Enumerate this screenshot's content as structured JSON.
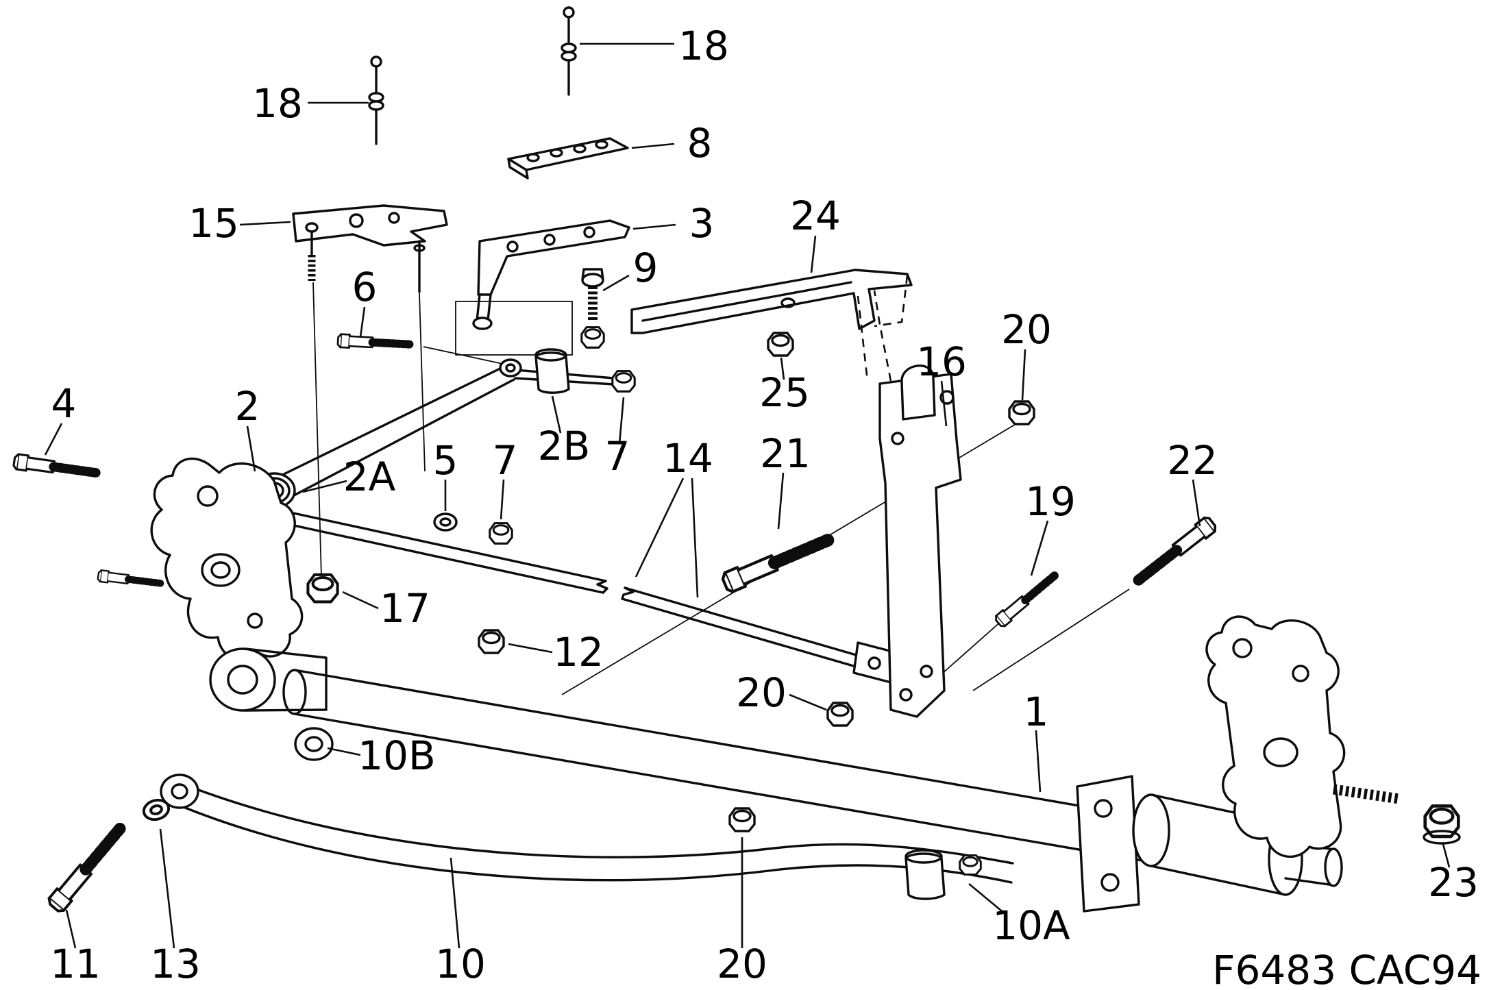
{
  "diagram": {
    "drawing_code": "F6483 CAC94",
    "colors": {
      "line_color": "#0d0d0d",
      "background": "#ffffff"
    },
    "callouts": [
      {
        "id": "18-top",
        "label": "18"
      },
      {
        "id": "18-upper-left",
        "label": "18"
      },
      {
        "id": "8",
        "label": "8"
      },
      {
        "id": "15",
        "label": "15"
      },
      {
        "id": "3",
        "label": "3"
      },
      {
        "id": "24",
        "label": "24"
      },
      {
        "id": "6",
        "label": "6"
      },
      {
        "id": "9",
        "label": "9"
      },
      {
        "id": "20-upper-right",
        "label": "20"
      },
      {
        "id": "16",
        "label": "16"
      },
      {
        "id": "25",
        "label": "25"
      },
      {
        "id": "4",
        "label": "4"
      },
      {
        "id": "2",
        "label": "2"
      },
      {
        "id": "5",
        "label": "5"
      },
      {
        "id": "7-left",
        "label": "7"
      },
      {
        "id": "2B",
        "label": "2B"
      },
      {
        "id": "7-right",
        "label": "7"
      },
      {
        "id": "14",
        "label": "14"
      },
      {
        "id": "21",
        "label": "21"
      },
      {
        "id": "22",
        "label": "22"
      },
      {
        "id": "2A",
        "label": "2A"
      },
      {
        "id": "19",
        "label": "19"
      },
      {
        "id": "17",
        "label": "17"
      },
      {
        "id": "12",
        "label": "12"
      },
      {
        "id": "20-middle",
        "label": "20"
      },
      {
        "id": "1",
        "label": "1"
      },
      {
        "id": "10B",
        "label": "10B"
      },
      {
        "id": "11",
        "label": "11"
      },
      {
        "id": "13",
        "label": "13"
      },
      {
        "id": "10",
        "label": "10"
      },
      {
        "id": "20-bottom",
        "label": "20"
      },
      {
        "id": "10A",
        "label": "10A"
      },
      {
        "id": "23",
        "label": "23"
      }
    ]
  }
}
